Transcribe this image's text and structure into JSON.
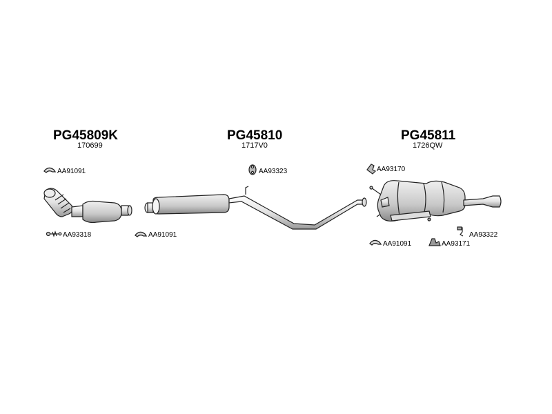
{
  "sections": [
    {
      "part_number": "PG45809K",
      "ref": "170699"
    },
    {
      "part_number": "PG45810",
      "ref": "1717V0"
    },
    {
      "part_number": "PG45811",
      "ref": "1726QW"
    }
  ],
  "accessories": [
    {
      "code": "AA91091",
      "icon": "clamp-icon"
    },
    {
      "code": "AA93318",
      "icon": "bolt-spring-icon"
    },
    {
      "code": "AA91091",
      "icon": "clamp-icon"
    },
    {
      "code": "AA93323",
      "icon": "rubber-hanger-icon"
    },
    {
      "code": "AA93170",
      "icon": "bracket-icon"
    },
    {
      "code": "AA91091",
      "icon": "clamp-icon"
    },
    {
      "code": "AA93171",
      "icon": "mount-icon"
    },
    {
      "code": "AA93322",
      "icon": "hook-icon"
    }
  ],
  "colors": {
    "line": "#222222",
    "fill": "#e8e8e8",
    "shade": "#b0b0b0"
  }
}
